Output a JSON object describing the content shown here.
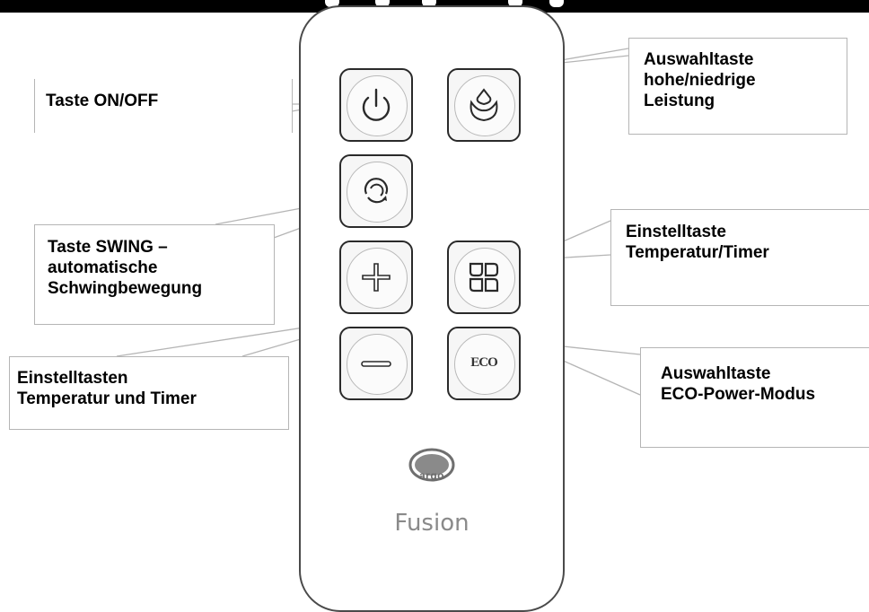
{
  "callouts": {
    "on_off": {
      "lines": [
        "Taste ON/OFF"
      ]
    },
    "power_level": {
      "lines": [
        "Auswahltaste",
        "hohe/niedrige",
        "Leistung"
      ]
    },
    "swing": {
      "lines": [
        "Taste SWING –",
        "automatische",
        "Schwingbewegung"
      ]
    },
    "temp_timer": {
      "lines": [
        "Einstelltaste",
        "Temperatur/Timer"
      ]
    },
    "plus_minus": {
      "lines": [
        "Einstelltasten",
        "Temperatur und Timer"
      ]
    },
    "eco": {
      "lines": [
        "Auswahltaste",
        "ECO-Power-Modus"
      ]
    }
  },
  "remote": {
    "eco_label": "ECO",
    "brand": "argo",
    "model": "Fusion"
  },
  "icons": {
    "power": "power-icon",
    "flame": "flame-icon",
    "swing": "swing-icon",
    "plus": "plus-icon",
    "minus": "minus-icon",
    "mode": "mode-petals-icon",
    "eco": "eco-icon"
  },
  "colors": {
    "leader_line": "#b5b5b5",
    "button_border": "#2a2a2a",
    "remote_border": "#4a4a4a"
  }
}
